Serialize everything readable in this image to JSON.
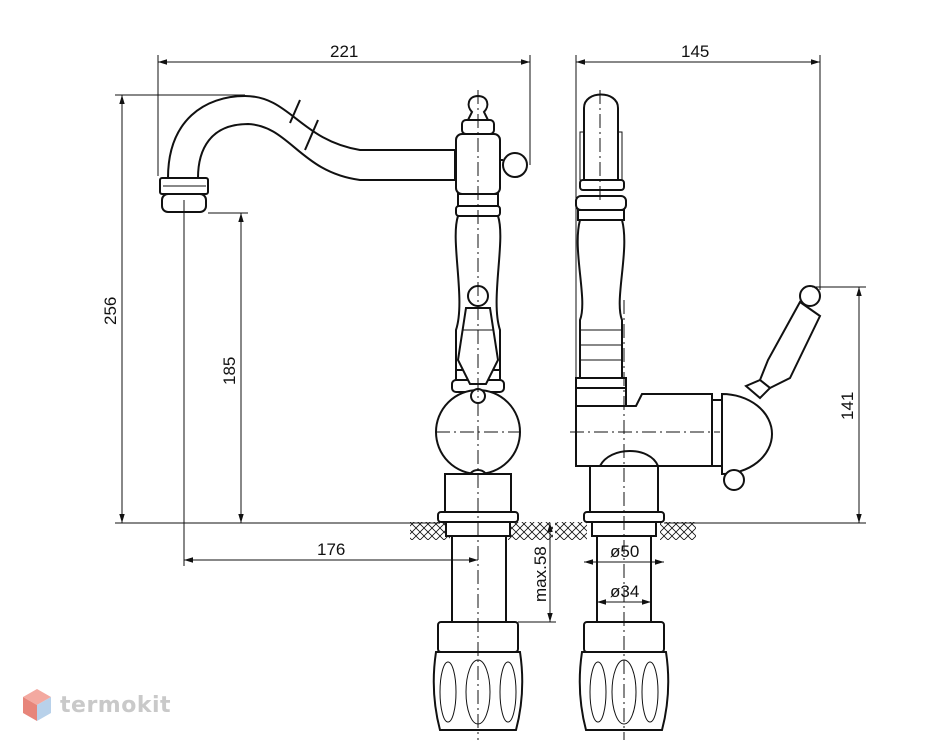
{
  "dimensions": {
    "front_width": "221",
    "side_depth": "145",
    "total_height": "256",
    "spout_height": "185",
    "spout_reach": "176",
    "handle_height": "141",
    "max_thickness": "max.58",
    "thread_diameter": "ø50",
    "inner_diameter": "ø34"
  },
  "watermark": {
    "brand": "termokit"
  }
}
